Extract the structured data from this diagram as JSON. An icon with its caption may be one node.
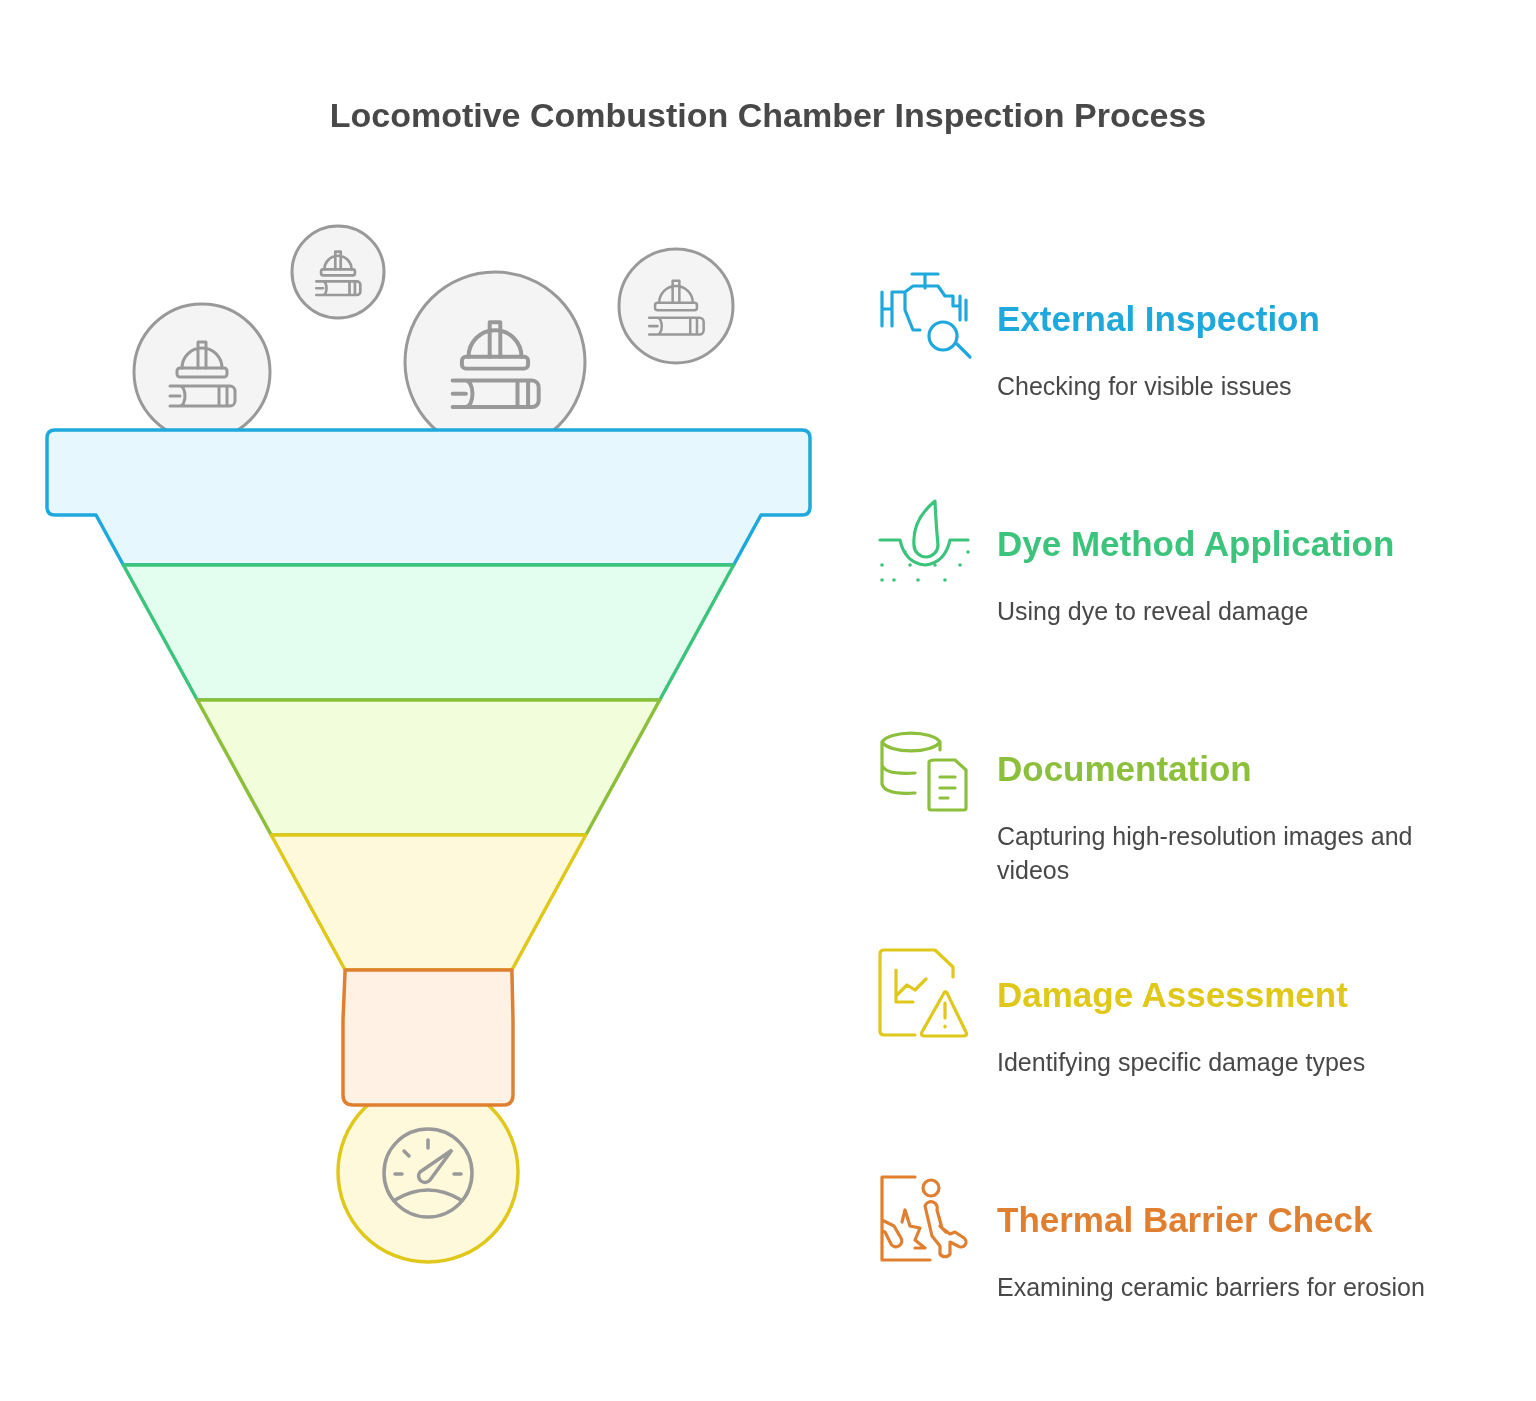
{
  "diagram": {
    "title": "Locomotive Combustion Chamber Inspection Process",
    "labels": [
      "External Inspection",
      "Checking for visible issues",
      "Dye Method Application",
      "Using dye to reveal damage",
      "Documentation",
      "Capturing high-resolution images and videos",
      "Damage Assessment",
      "Identifying specific damage types",
      "Thermal Barrier Check",
      "Examining ceramic barriers for erosion"
    ]
  }
}
